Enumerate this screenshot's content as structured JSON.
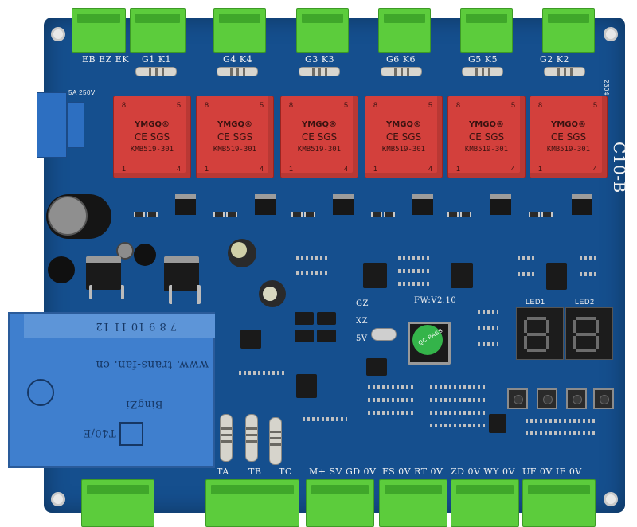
{
  "board": {
    "revision": "2304",
    "side_model": "C10-B",
    "fuse_label": "5A 250V",
    "firmware": "FW:V2.10",
    "qc_sticker": "QC PASS"
  },
  "top_connectors": [
    {
      "labels": "EB EZ EK"
    },
    {
      "labels": "G1 K1"
    },
    {
      "labels": "G4 K4"
    },
    {
      "labels": "G3 K3"
    },
    {
      "labels": "G6 K6"
    },
    {
      "labels": "G5 K5"
    },
    {
      "labels": "G2 K2"
    }
  ],
  "relays": [
    {
      "brand": "YMGQ®",
      "cert": "CE SGS",
      "model": "KMB519-301",
      "pin_tl": "8",
      "pin_tr": "5",
      "pin_bl": "1",
      "pin_br": "4"
    },
    {
      "brand": "YMGQ®",
      "cert": "CE SGS",
      "model": "KMB519-301",
      "pin_tl": "8",
      "pin_tr": "5",
      "pin_bl": "1",
      "pin_br": "4"
    },
    {
      "brand": "YMGQ®",
      "cert": "CE SGS",
      "model": "KMB519-301",
      "pin_tl": "8",
      "pin_tr": "5",
      "pin_bl": "1",
      "pin_br": "4"
    },
    {
      "brand": "YMGQ®",
      "cert": "CE SGS",
      "model": "KMB519-301",
      "pin_tl": "8",
      "pin_tr": "5",
      "pin_bl": "1",
      "pin_br": "4"
    },
    {
      "brand": "YMGQ®",
      "cert": "CE SGS",
      "model": "KMB519-301",
      "pin_tl": "8",
      "pin_tr": "5",
      "pin_bl": "1",
      "pin_br": "4"
    },
    {
      "brand": "YMGQ®",
      "cert": "CE SGS",
      "model": "KMB519-301",
      "pin_tl": "8",
      "pin_tr": "5",
      "pin_bl": "1",
      "pin_br": "4"
    }
  ],
  "transformer": {
    "url": "www. trans-fan. cn",
    "pins": "7 8 9 10 11 12",
    "brand": "BingZi",
    "model": "T40/E"
  },
  "displays": {
    "led1": "LED1",
    "led2": "LED2"
  },
  "components": {
    "gz": "GZ",
    "xz": "XZ",
    "v5": "5V"
  },
  "bottom_labels": [
    {
      "text": "TA"
    },
    {
      "text": "TB"
    },
    {
      "text": "TC"
    },
    {
      "text": "M+ SV GD 0V"
    },
    {
      "text": "FS 0V RT 0V"
    },
    {
      "text": "ZD 0V WY 0V"
    },
    {
      "text": "UF 0V IF 0V"
    }
  ],
  "colors": {
    "pcb": "#154f8e",
    "terminal": "#5ccc3c",
    "relay": "#d3403c",
    "transformer": "#3f7fce"
  }
}
